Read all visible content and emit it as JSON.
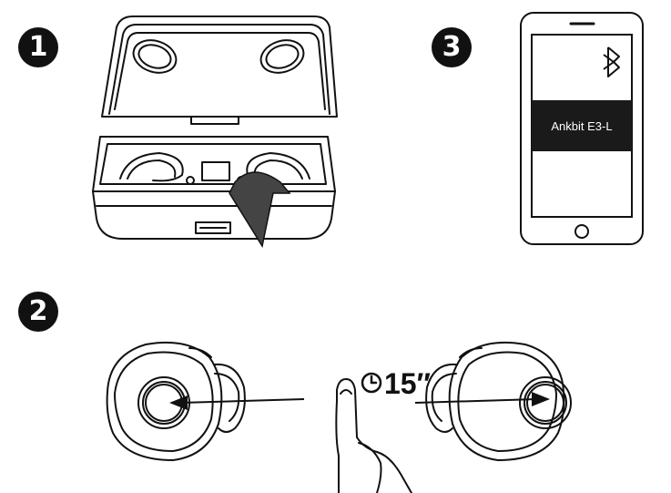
{
  "steps": [
    {
      "number": "1"
    },
    {
      "number": "2"
    },
    {
      "number": "3"
    }
  ],
  "phone": {
    "device_name": "Ankbit E3-L",
    "icon": "bluetooth-icon"
  },
  "timer": {
    "icon": "clock-icon",
    "label": "15″"
  },
  "colors": {
    "line": "#111111",
    "arrow_fill": "#444444",
    "highlight_bar": "#1a1a1a"
  }
}
